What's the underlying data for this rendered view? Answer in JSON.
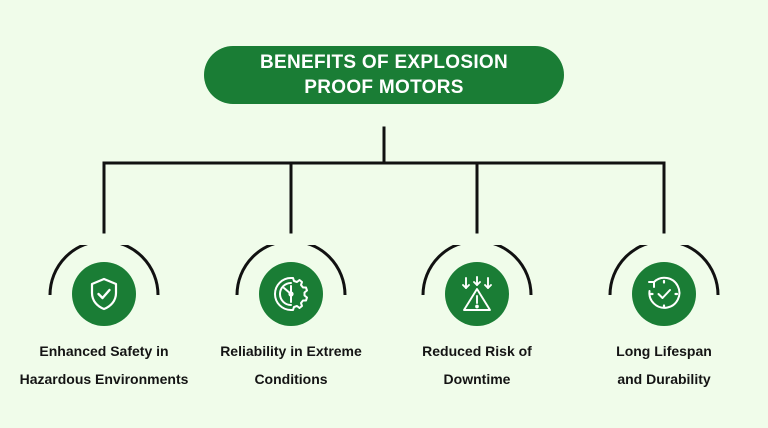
{
  "title": {
    "line1": "BENEFITS OF EXPLOSION",
    "line2": "PROOF MOTORS"
  },
  "benefits": [
    {
      "line1": "Enhanced Safety in",
      "line2": "Hazardous Environments",
      "icon": "shield-check-icon"
    },
    {
      "line1": "Reliability in Extreme",
      "line2": "Conditions",
      "icon": "gauge-gear-icon"
    },
    {
      "line1": "Reduced Risk of",
      "line2": "Downtime",
      "icon": "warning-arrows-icon"
    },
    {
      "line1": "Long Lifespan",
      "line2": "and Durability",
      "icon": "clock-check-icon"
    }
  ],
  "colors": {
    "background": "#f0fcea",
    "accent": "#1a7d35",
    "line": "#111111",
    "text": "#141414"
  }
}
